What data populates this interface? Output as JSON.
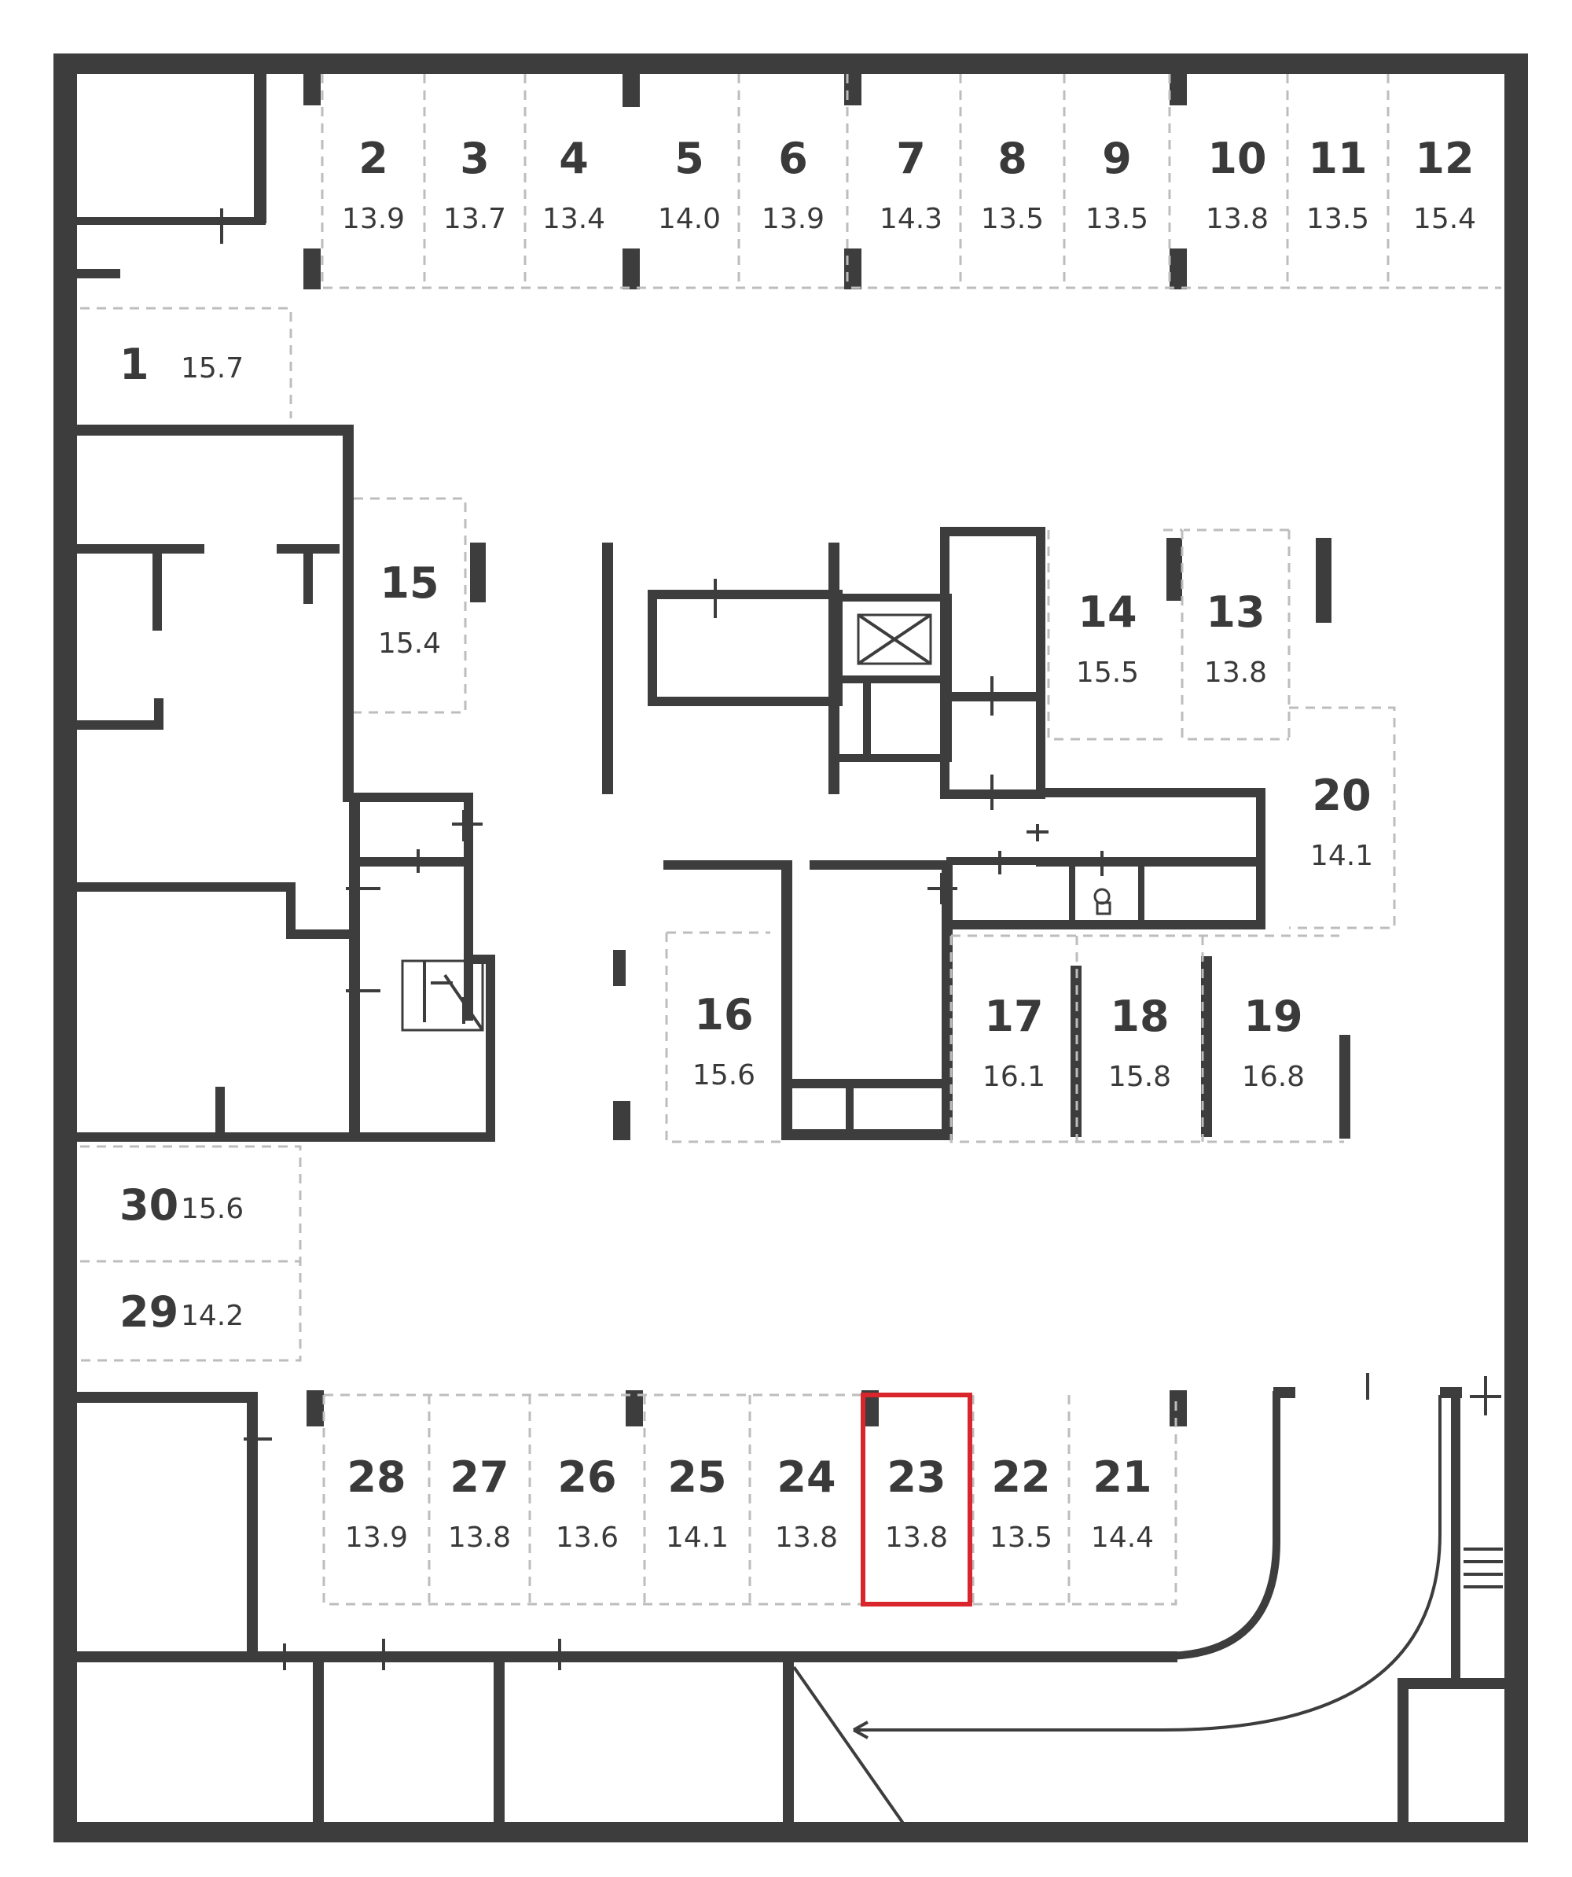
{
  "colors": {
    "wall": "#3d3d3d",
    "divider": "#bdbdbd",
    "text": "#3a3a3a",
    "selected": "#d9262c"
  },
  "selected_spot": "23",
  "spots": [
    {
      "number": "1",
      "area": "15.7"
    },
    {
      "number": "2",
      "area": "13.9"
    },
    {
      "number": "3",
      "area": "13.7"
    },
    {
      "number": "4",
      "area": "13.4"
    },
    {
      "number": "5",
      "area": "14.0"
    },
    {
      "number": "6",
      "area": "13.9"
    },
    {
      "number": "7",
      "area": "14.3"
    },
    {
      "number": "8",
      "area": "13.5"
    },
    {
      "number": "9",
      "area": "13.5"
    },
    {
      "number": "10",
      "area": "13.8"
    },
    {
      "number": "11",
      "area": "13.5"
    },
    {
      "number": "12",
      "area": "15.4"
    },
    {
      "number": "13",
      "area": "13.8"
    },
    {
      "number": "14",
      "area": "15.5"
    },
    {
      "number": "15",
      "area": "15.4"
    },
    {
      "number": "16",
      "area": "15.6"
    },
    {
      "number": "17",
      "area": "16.1"
    },
    {
      "number": "18",
      "area": "15.8"
    },
    {
      "number": "19",
      "area": "16.8"
    },
    {
      "number": "20",
      "area": "14.1"
    },
    {
      "number": "21",
      "area": "14.4"
    },
    {
      "number": "22",
      "area": "13.5"
    },
    {
      "number": "23",
      "area": "13.8"
    },
    {
      "number": "24",
      "area": "13.8"
    },
    {
      "number": "25",
      "area": "14.1"
    },
    {
      "number": "26",
      "area": "13.6"
    },
    {
      "number": "27",
      "area": "13.8"
    },
    {
      "number": "28",
      "area": "13.9"
    },
    {
      "number": "29",
      "area": "14.2"
    },
    {
      "number": "30",
      "area": "15.6"
    }
  ]
}
